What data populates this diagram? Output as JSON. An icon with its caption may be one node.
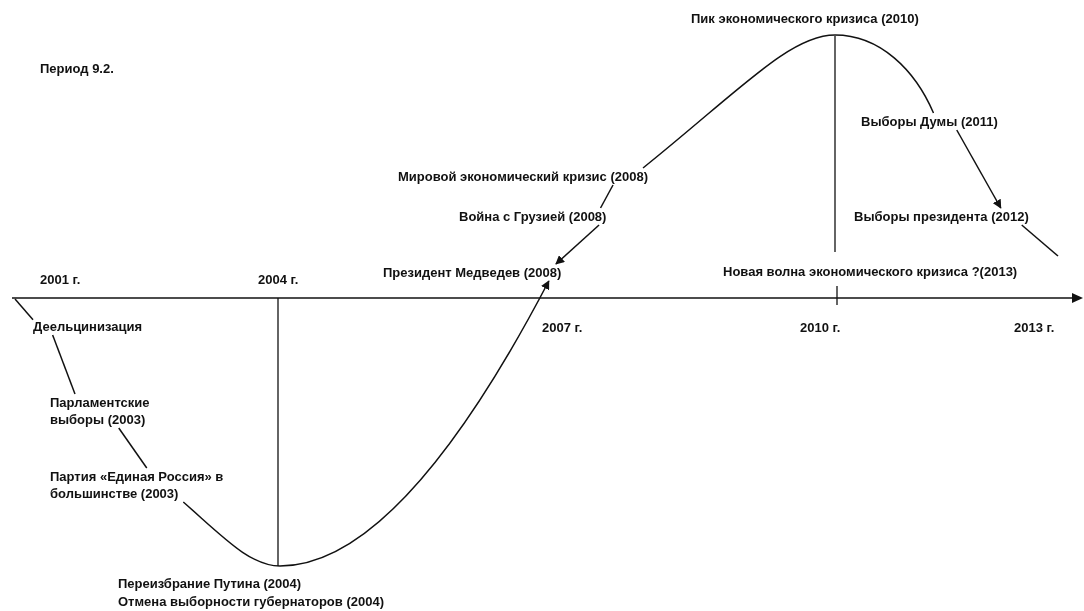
{
  "diagram": {
    "title": "Период 9.2.",
    "nodes": [
      {
        "text": [
          "Деельцинизация"
        ]
      },
      {
        "text": [
          "Парламентские выборы (2003)"
        ]
      },
      {
        "text": [
          "Партия «Единая Россия» в большинстве (2003)"
        ]
      },
      {
        "text": [
          "Президент Медведев (2008)"
        ]
      },
      {
        "text": [
          "Война с Грузией (2008)"
        ]
      },
      {
        "text": [
          "Мировой экономический кризис (2008)"
        ]
      },
      {
        "text": [
          "Выборы Думы (2011)"
        ]
      },
      {
        "text": [
          "Выборы президента (2012)"
        ]
      }
    ],
    "edges": [
      {
        "from": null,
        "to": 0,
        "arrow": "none"
      },
      {
        "from": 0,
        "to": 1,
        "arrow": "none"
      },
      {
        "from": 1,
        "to": 2,
        "arrow": "none"
      },
      {
        "from": 2,
        "to": 3,
        "arrow": "to"
      },
      {
        "from": 4,
        "to": 3,
        "arrow": "to"
      },
      {
        "from": 5,
        "to": 4,
        "arrow": "none"
      },
      {
        "from": 5,
        "to": 6,
        "arrow": "none"
      },
      {
        "from": 6,
        "to": 7,
        "arrow": "to"
      },
      {
        "from": 7,
        "to": null,
        "arrow": "none"
      }
    ],
    "labels": [
      "Пик экономического кризиса (2010)",
      "2001 г.",
      "2004 г.",
      "Новая волна экономического кризиса ?(2013)",
      "2007 г.",
      "2010 г.",
      "2013 г.",
      "Переизбрание Путина (2004)",
      "Отмена выборности губернаторов (2004)"
    ]
  }
}
